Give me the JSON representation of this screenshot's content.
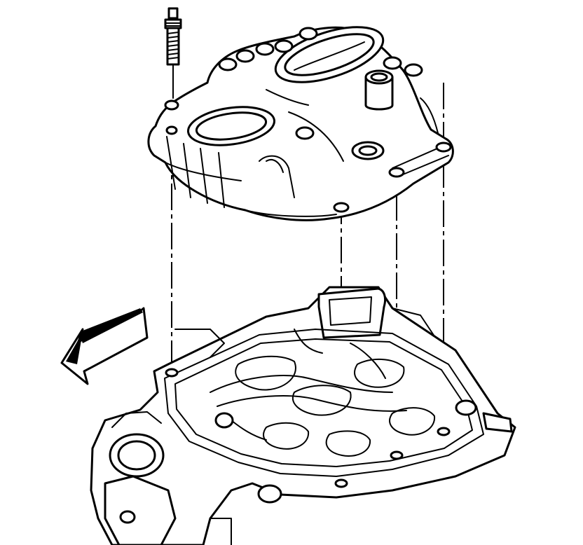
{
  "figure": {
    "kind": "exploded-assembly-line-drawing",
    "parts": [
      {
        "id": "upper-intake-manifold",
        "label": ""
      },
      {
        "id": "lower-intake-manifold",
        "label": ""
      },
      {
        "id": "fastener-stud",
        "label": ""
      }
    ],
    "alignment_lines": 4,
    "direction_arrow": {
      "points": "front-left",
      "label": ""
    },
    "colors": {
      "ink": "#000000",
      "paper": "#ffffff"
    }
  }
}
